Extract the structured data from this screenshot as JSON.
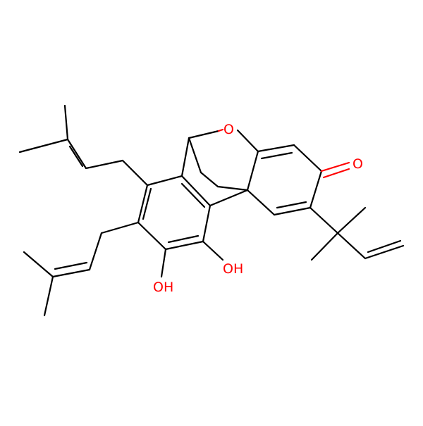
{
  "molecule": {
    "bond_color": "#000000",
    "heteroatom_color": "#ff0000",
    "labels": {
      "ring_oxygen": "O",
      "ketone_oxygen": "O",
      "hydroxyl_right": "OH",
      "hydroxyl_left": "OH"
    }
  }
}
